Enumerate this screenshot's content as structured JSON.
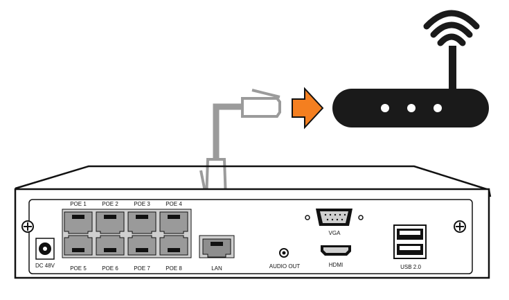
{
  "labels": {
    "poe_top": [
      "POE 1",
      "POE 2",
      "POE 3",
      "POE 4"
    ],
    "poe_bottom": [
      "POE 5",
      "POE 6",
      "POE 7",
      "POE 8"
    ],
    "dc": "DC 48V",
    "lan": "LAN",
    "audio": "AUDIO OUT",
    "vga": "VGA",
    "hdmi": "HDMI",
    "usb": "USB 2.0"
  },
  "colors": {
    "arrow": "#f47f20",
    "cable": "#9b9b9b",
    "router": "#1a1a1a",
    "port_fill": "#9a9a9a",
    "outline": "#111111"
  },
  "icons": {
    "router": "router-icon",
    "wifi": "wifi-signal-icon",
    "nvr": "nvr-back-panel"
  }
}
